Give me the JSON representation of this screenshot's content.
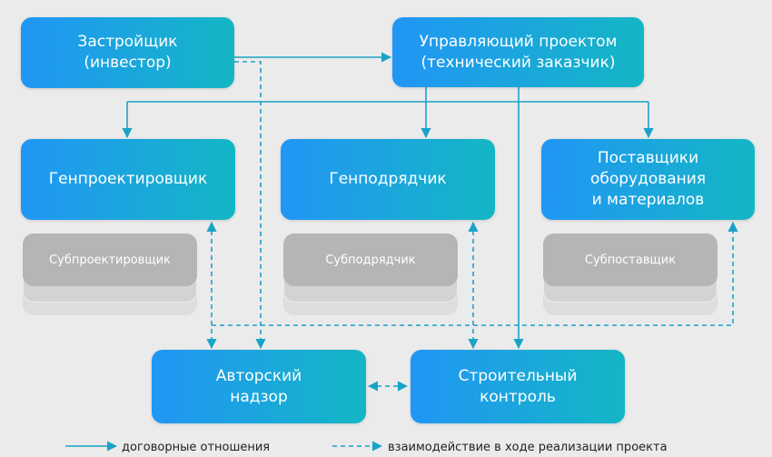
{
  "colors": {
    "box_start": "#2196f5",
    "box_end": "#14b6c4",
    "connector": "#1aa3c8",
    "background": "#ebebeb",
    "sub_box": "#b5b5b5"
  },
  "nodes": {
    "developer": "Застройщик\n(инвестор)",
    "project_manager": "Управляющий проектом\n(технический заказчик)",
    "general_designer": "Генпроектировщик",
    "general_contractor": "Генподрядчик",
    "suppliers": "Поставщики\nоборудования\nи материалов",
    "author_supervision": "Авторский\nнадзор",
    "construction_control": "Строительный\nконтроль"
  },
  "sub_nodes": {
    "subdesigner": "Субпроектировщик",
    "subcontractor": "Субподрядчик",
    "subsupplier": "Субпоставщик"
  },
  "legend": {
    "contractual": "договорные отношения",
    "interaction": "взаимодействие в ходе реализации проекта"
  }
}
